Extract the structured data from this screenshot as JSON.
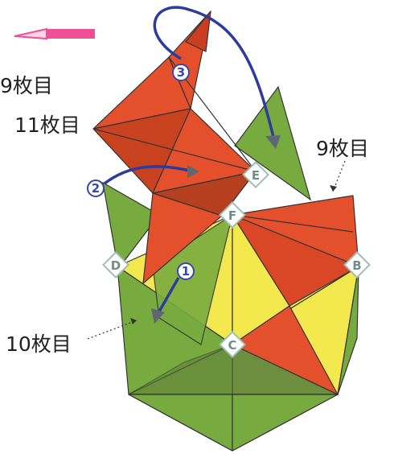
{
  "labels": {
    "sheet_9_left": "9枚目",
    "sheet_11": "11枚目",
    "sheet_9_right": "9枚目",
    "sheet_10": "10枚目"
  },
  "points": {
    "B": "B",
    "C": "C",
    "D": "D",
    "E": "E",
    "F": "F"
  },
  "steps": {
    "one": "1",
    "two": "2",
    "three": "3"
  },
  "colors": {
    "yellow": "#f3e94f",
    "green": "#78ab3f",
    "red": "#e4502c",
    "blue_arrow": "#2d3b9e",
    "pink": "#f04f95"
  }
}
